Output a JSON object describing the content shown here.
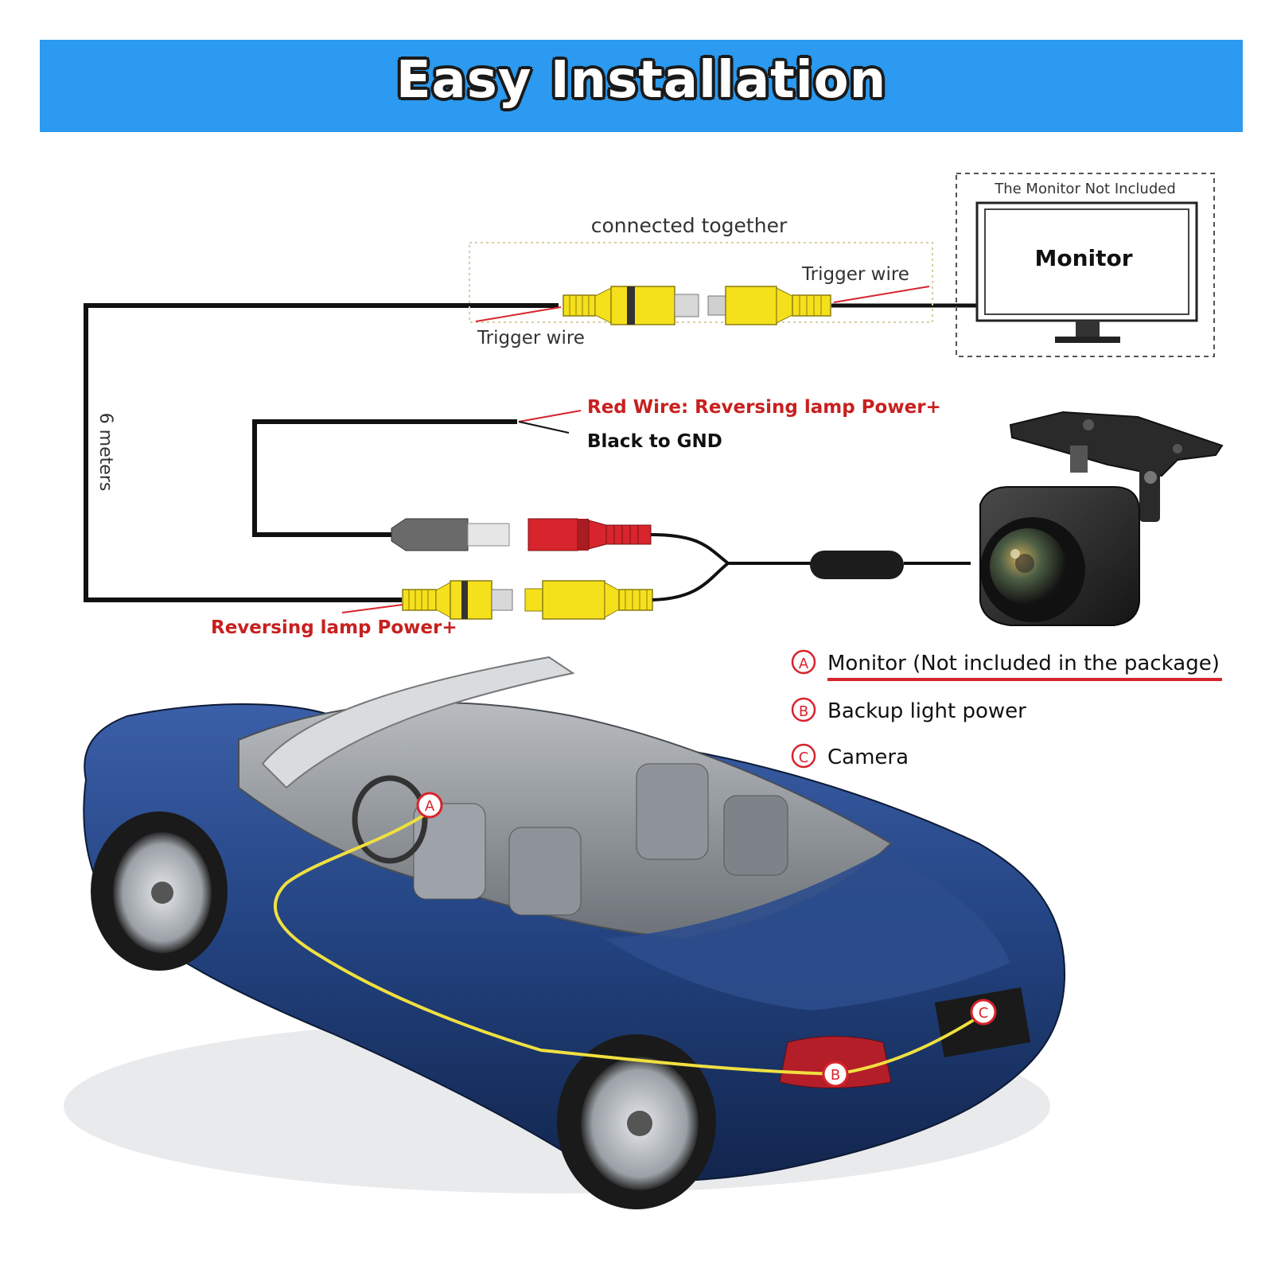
{
  "header": {
    "title": "Easy Installation"
  },
  "wiring": {
    "connected_together": "connected together",
    "trigger_wire_left": "Trigger wire",
    "trigger_wire_right": "Trigger wire",
    "monitor_note": "The Monitor Not Included",
    "monitor_label": "Monitor",
    "cable_length": "6 meters",
    "red_wire": "Red Wire: Reversing lamp Power+",
    "black_wire": "Black to GND",
    "reversing_power": "Reversing lamp Power+"
  },
  "legend": {
    "items": [
      {
        "marker": "A",
        "text": "Monitor (Not included in the package)"
      },
      {
        "marker": "B",
        "text": "Backup light power"
      },
      {
        "marker": "C",
        "text": "Camera"
      }
    ]
  },
  "car_markers": {
    "a": "A",
    "b": "B",
    "c": "C"
  },
  "colors": {
    "banner": "#2b9af0",
    "connector_yellow": "#f5e01c",
    "plug_red": "#d8242c",
    "label_red": "#c8201f",
    "car_blue": "#1f3d7a",
    "route_yellow": "#f0e040"
  }
}
